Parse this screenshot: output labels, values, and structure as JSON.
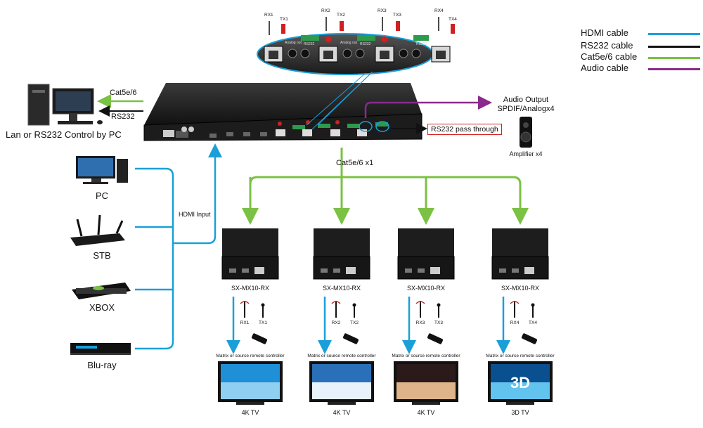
{
  "legend": [
    {
      "label": "HDMI cable",
      "color": "#1a9fd9"
    },
    {
      "label": "RS232 cable",
      "color": "#111111"
    },
    {
      "label": "Cat5e/6 cable",
      "color": "#7bc143"
    },
    {
      "label": "Audio cable",
      "color": "#8a2a8c"
    }
  ],
  "control": {
    "cat_label": "Cat5e/6",
    "rs232_label": "RS232",
    "pc_caption": "Lan or RS232 Control by PC"
  },
  "sources": [
    {
      "label": "PC",
      "icon": "pc-icon"
    },
    {
      "label": "STB",
      "icon": "router-icon"
    },
    {
      "label": "XBOX",
      "icon": "xbox-icon"
    },
    {
      "label": "Blu-ray",
      "icon": "bluray-icon"
    }
  ],
  "hdmi_input_label": "HDMI Input",
  "top_ports": {
    "antenna_labels": [
      "RX1",
      "TX1",
      "RX2",
      "TX2",
      "RX3",
      "TX3",
      "RX4",
      "TX4"
    ],
    "panel_labels": [
      "Analog out",
      "RS232",
      "Analog out",
      "RS232",
      "RS232"
    ]
  },
  "audio": {
    "output_line1": "Audio Output",
    "output_line2": "SPDIF/Analogx4",
    "amp_label": "Amplifier x4"
  },
  "rs232_pass": "RS232 pass through",
  "cat_x1_label": "Cat5e/6 x1",
  "receivers": [
    {
      "model": "SX-MX10-RX",
      "rx": "RX1",
      "tx": "TX1",
      "remote_label": "Matrix or source remote controller",
      "tv": "4K TV",
      "scene": "sailing"
    },
    {
      "model": "SX-MX10-RX",
      "rx": "RX2",
      "tx": "TX2",
      "remote_label": "Matrix or source remote controller",
      "tv": "4K TV",
      "scene": "ski"
    },
    {
      "model": "SX-MX10-RX",
      "rx": "RX3",
      "tx": "TX3",
      "remote_label": "Matrix or source remote controller",
      "tv": "4K TV",
      "scene": "woman"
    },
    {
      "model": "SX-MX10-RX",
      "rx": "RX4",
      "tx": "TX4",
      "remote_label": "Matrix or source remote controller",
      "tv": "3D TV",
      "scene": "3d"
    }
  ],
  "tv_3d_text": "3D",
  "colors": {
    "hdmi": "#1a9fd9",
    "rs232": "#111111",
    "cat": "#7bc143",
    "audio": "#8a2a8c",
    "rs232_box": "#d62020"
  }
}
